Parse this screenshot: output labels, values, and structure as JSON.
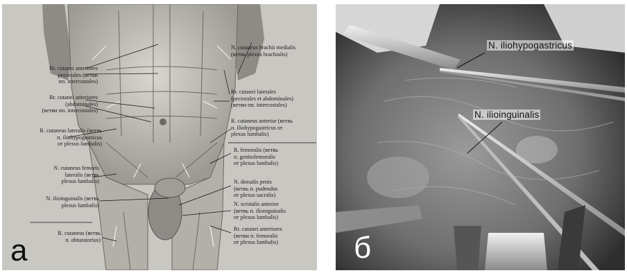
{
  "panel_a": {
    "letter": "а",
    "labels": {
      "rr_cutanei_pectorales": "Rr. cutanei anteriores\npectorales (ветви\nпп. intercostales)",
      "rr_cutanei_abdominales": "Rr. cutanei anteriores\n(abdominales)\n(ветви пп. intercostales)",
      "r_cutaneus_lateralis": "R. cutaneus lateralis (ветвь\nп. iliohypogastricus\nот plexus lumbalis)",
      "n_cutaneus_femoris_lateralis": "N. cutaneus femoris\nlateralis (ветвь\nplexus lumbalis)",
      "n_ilioinguinalis": "N. ilioinguinalis (ветвь\nplexus lumbalis)",
      "r_cutaneus_obturatorius": "R. cutaneus (ветвь\nп. obturatorius)",
      "n_cutaneus_brachii_medialis": "N. cutaneus brachii medialis\n(ветвь plexus brachialis)",
      "rr_cutanei_laterales": "Rr. cutanei laterales\n(pectorales et abdominales)\n(ветви пп. intercostales)",
      "r_cutaneus_anterior": "R. cutaneus anterior (ветвь\nп. iliohypogastricus от\nplexus lumbalis)",
      "r_femoralis": "R. femoralis (ветвь\nп. genitofemoralis\nот plexus lumbalis)",
      "n_dorsalis_penis": "N. dorsalis penis\n(ветвь п. pudendus\nот plexus sacralis)",
      "n_scrotalis_anterior": "N. scrotalis anterior\n(ветвь п. ilioinguinalis\nот plexus lumbalis)",
      "rr_cutanei_anteriores_femoralis": "Rr. cutanei anteriores\n(ветви п. femoralis\nот plexus lumbalis)"
    }
  },
  "panel_b": {
    "letter": "б",
    "labels": {
      "n_iliohypogastricus": "N. iliohypogastricus",
      "n_ilioinguinalis": "N. ilioinguinalis"
    }
  }
}
